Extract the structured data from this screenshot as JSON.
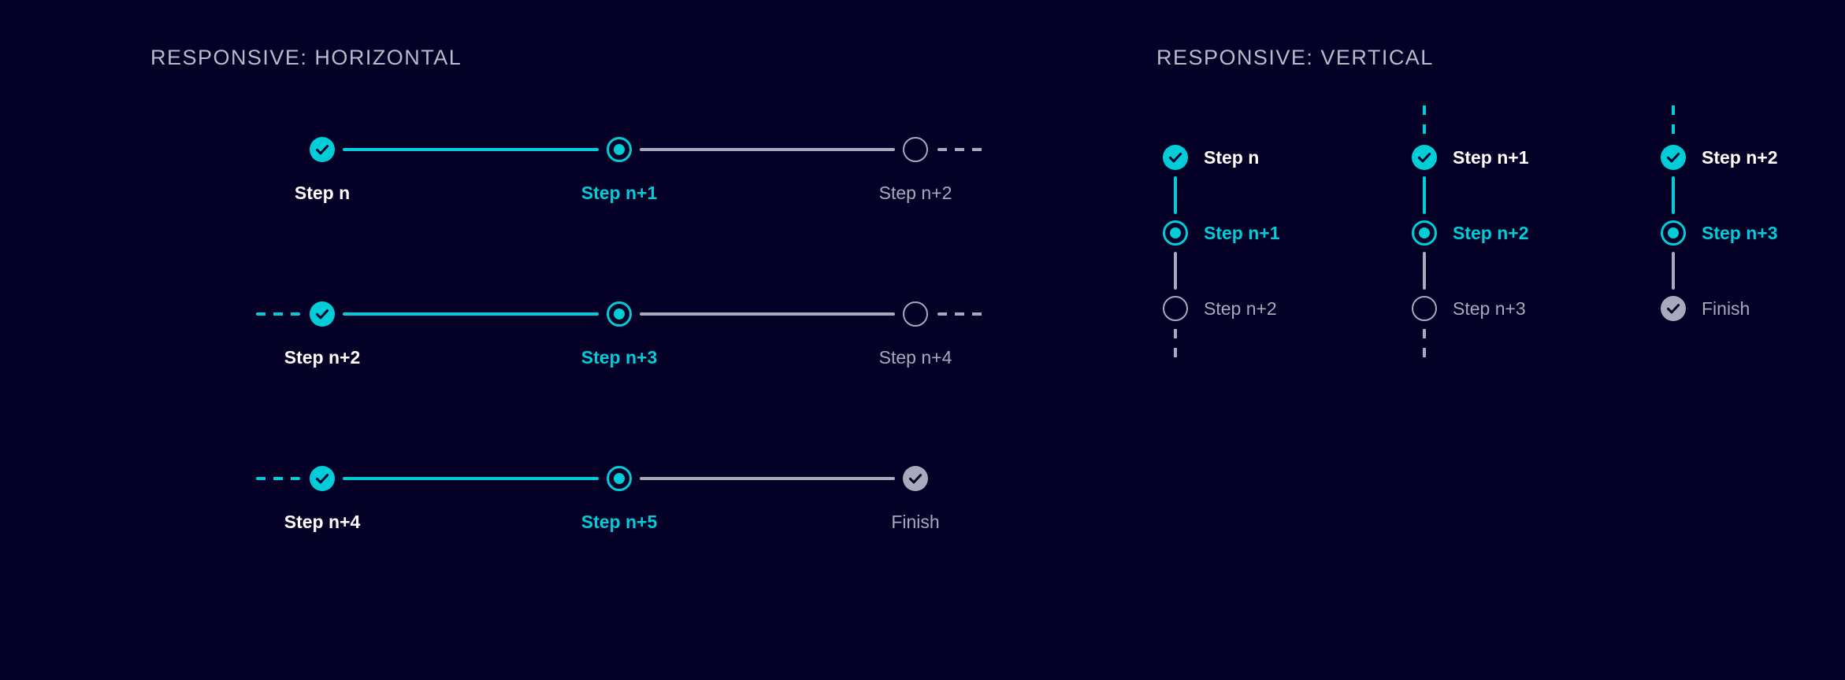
{
  "sections": {
    "horizontal": {
      "heading": "RESPONSIVE: HORIZONTAL"
    },
    "vertical": {
      "heading": "RESPONSIVE: VERTICAL"
    }
  },
  "colors": {
    "background": "#040026",
    "accent_cyan": "#00CDD7",
    "muted_gray": "#A7A9BC",
    "label_white": "#FFFFFF",
    "heading_gray": "#B9BBC9"
  },
  "icons": {
    "check": "check-icon",
    "current": "current-step-dot-icon",
    "todo": "empty-circle-icon",
    "finish": "finish-check-icon"
  },
  "horizontal_rows": [
    {
      "lead_connector": "none",
      "trail_connector": "dashed-gray",
      "steps": [
        {
          "label": "Step n",
          "state": "done"
        },
        {
          "label": "Step n+1",
          "state": "current"
        },
        {
          "label": "Step n+2",
          "state": "todo"
        }
      ],
      "connectors": [
        "solid-cyan",
        "solid-gray"
      ]
    },
    {
      "lead_connector": "dashed-cyan",
      "trail_connector": "dashed-gray",
      "steps": [
        {
          "label": "Step n+2",
          "state": "done"
        },
        {
          "label": "Step n+3",
          "state": "current"
        },
        {
          "label": "Step n+4",
          "state": "todo"
        }
      ],
      "connectors": [
        "solid-cyan",
        "solid-gray"
      ]
    },
    {
      "lead_connector": "dashed-cyan",
      "trail_connector": "none",
      "steps": [
        {
          "label": "Step n+4",
          "state": "done"
        },
        {
          "label": "Step n+5",
          "state": "current"
        },
        {
          "label": "Finish",
          "state": "finish"
        }
      ],
      "connectors": [
        "solid-cyan",
        "solid-gray"
      ]
    }
  ],
  "vertical_columns": [
    {
      "lead_connector": "none",
      "trail_connector": "dashed-gray",
      "steps": [
        {
          "label": "Step n",
          "state": "done"
        },
        {
          "label": "Step n+1",
          "state": "current"
        },
        {
          "label": "Step n+2",
          "state": "todo"
        }
      ],
      "connectors": [
        "solid-cyan",
        "solid-gray"
      ]
    },
    {
      "lead_connector": "dashed-cyan",
      "trail_connector": "dashed-gray",
      "steps": [
        {
          "label": "Step n+1",
          "state": "done"
        },
        {
          "label": "Step n+2",
          "state": "current"
        },
        {
          "label": "Step n+3",
          "state": "todo"
        }
      ],
      "connectors": [
        "solid-cyan",
        "solid-gray"
      ]
    },
    {
      "lead_connector": "dashed-cyan",
      "trail_connector": "none",
      "steps": [
        {
          "label": "Step n+2",
          "state": "done"
        },
        {
          "label": "Step n+3",
          "state": "current"
        },
        {
          "label": "Finish",
          "state": "finish"
        }
      ],
      "connectors": [
        "solid-cyan",
        "solid-gray"
      ]
    }
  ]
}
